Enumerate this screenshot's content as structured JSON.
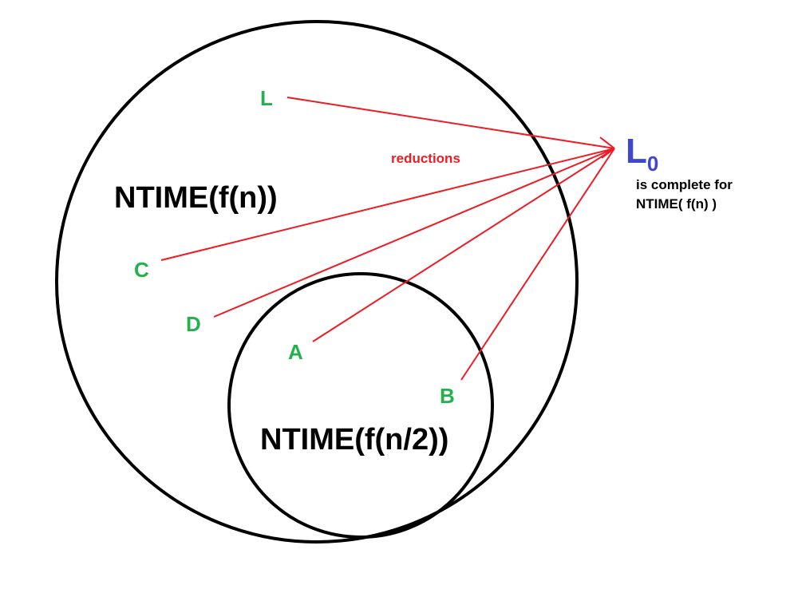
{
  "colors": {
    "node": "#22b14c",
    "edge": "#ed1c24",
    "target": "#3f48cc",
    "outline": "#000000"
  },
  "sets": {
    "outer": "NTIME(f(n))",
    "inner": "NTIME(f(n/2))"
  },
  "edge_label": "reductions",
  "target": {
    "letter": "L",
    "subscript": "0",
    "note_line1": "is complete for",
    "note_line2": "NTIME( f(n) )"
  },
  "nodes": {
    "L": "L",
    "C": "C",
    "D": "D",
    "A": "A",
    "B": "B"
  },
  "edges": [
    {
      "from": "L",
      "to": "L0"
    },
    {
      "from": "C",
      "to": "L0"
    },
    {
      "from": "D",
      "to": "L0"
    },
    {
      "from": "A",
      "to": "L0"
    },
    {
      "from": "B",
      "to": "L0"
    }
  ]
}
